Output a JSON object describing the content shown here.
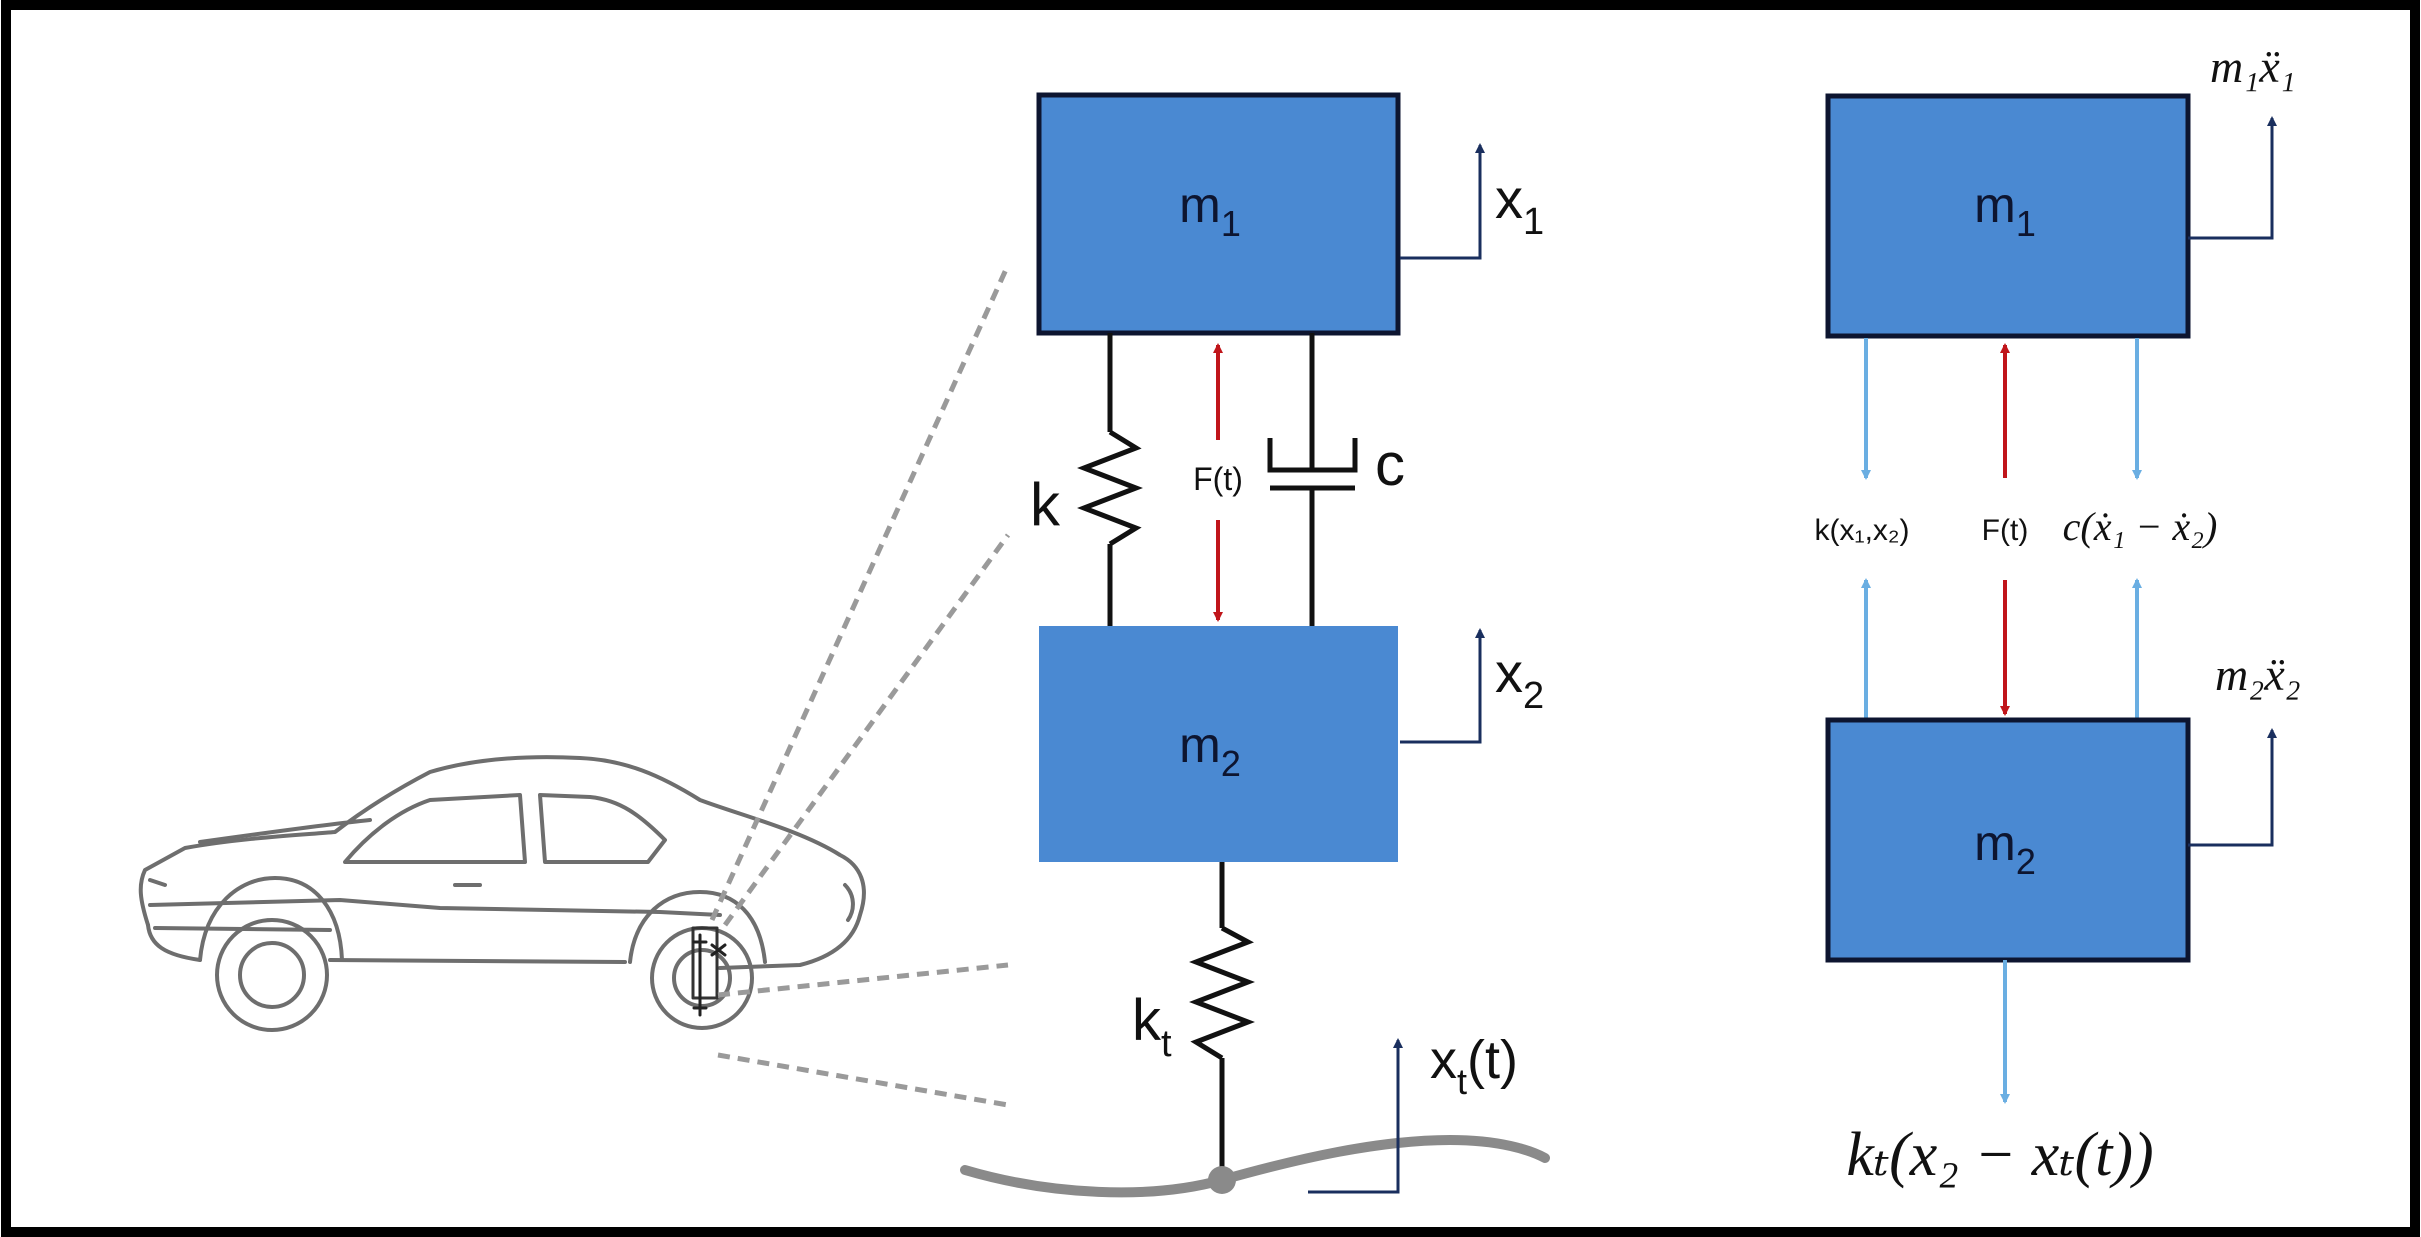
{
  "colors": {
    "mass_fill": "#4a89d2",
    "mass_border": "#0d1530",
    "force_red": "#c0151a",
    "force_blue": "#6aaee2",
    "axis_navy": "#1a2f5e",
    "frame": "#000000",
    "dashed": "#9a9a9a",
    "road": "#8a8a8a"
  },
  "model": {
    "mass1": {
      "base": "m",
      "sub": "1"
    },
    "mass2": {
      "base": "m",
      "sub": "2"
    },
    "x1": {
      "base": "x",
      "sub": "1"
    },
    "x2": {
      "base": "x",
      "sub": "2"
    },
    "xt": {
      "base": "x",
      "sub": "t",
      "tail": "(t)"
    },
    "spring": "k",
    "damper": "c",
    "force": "F(t)",
    "tire_spring": {
      "base": "k",
      "sub": "t"
    }
  },
  "fbd": {
    "mass1": {
      "base": "m",
      "sub": "1"
    },
    "mass2": {
      "base": "m",
      "sub": "2"
    },
    "inertia1": "m₁ẍ₁",
    "inertia2": "m₂ẍ₂",
    "spring_force": "k(x₁,x₂)",
    "force": "F(t)",
    "damper_force": "c(ẋ₁ − ẋ₂)",
    "tire_force": "kₜ(x₂ − xₜ(t))"
  },
  "icons": [
    "car-illustration-icon",
    "spring-icon",
    "damper-icon",
    "road-profile-icon",
    "arrow-icon"
  ]
}
